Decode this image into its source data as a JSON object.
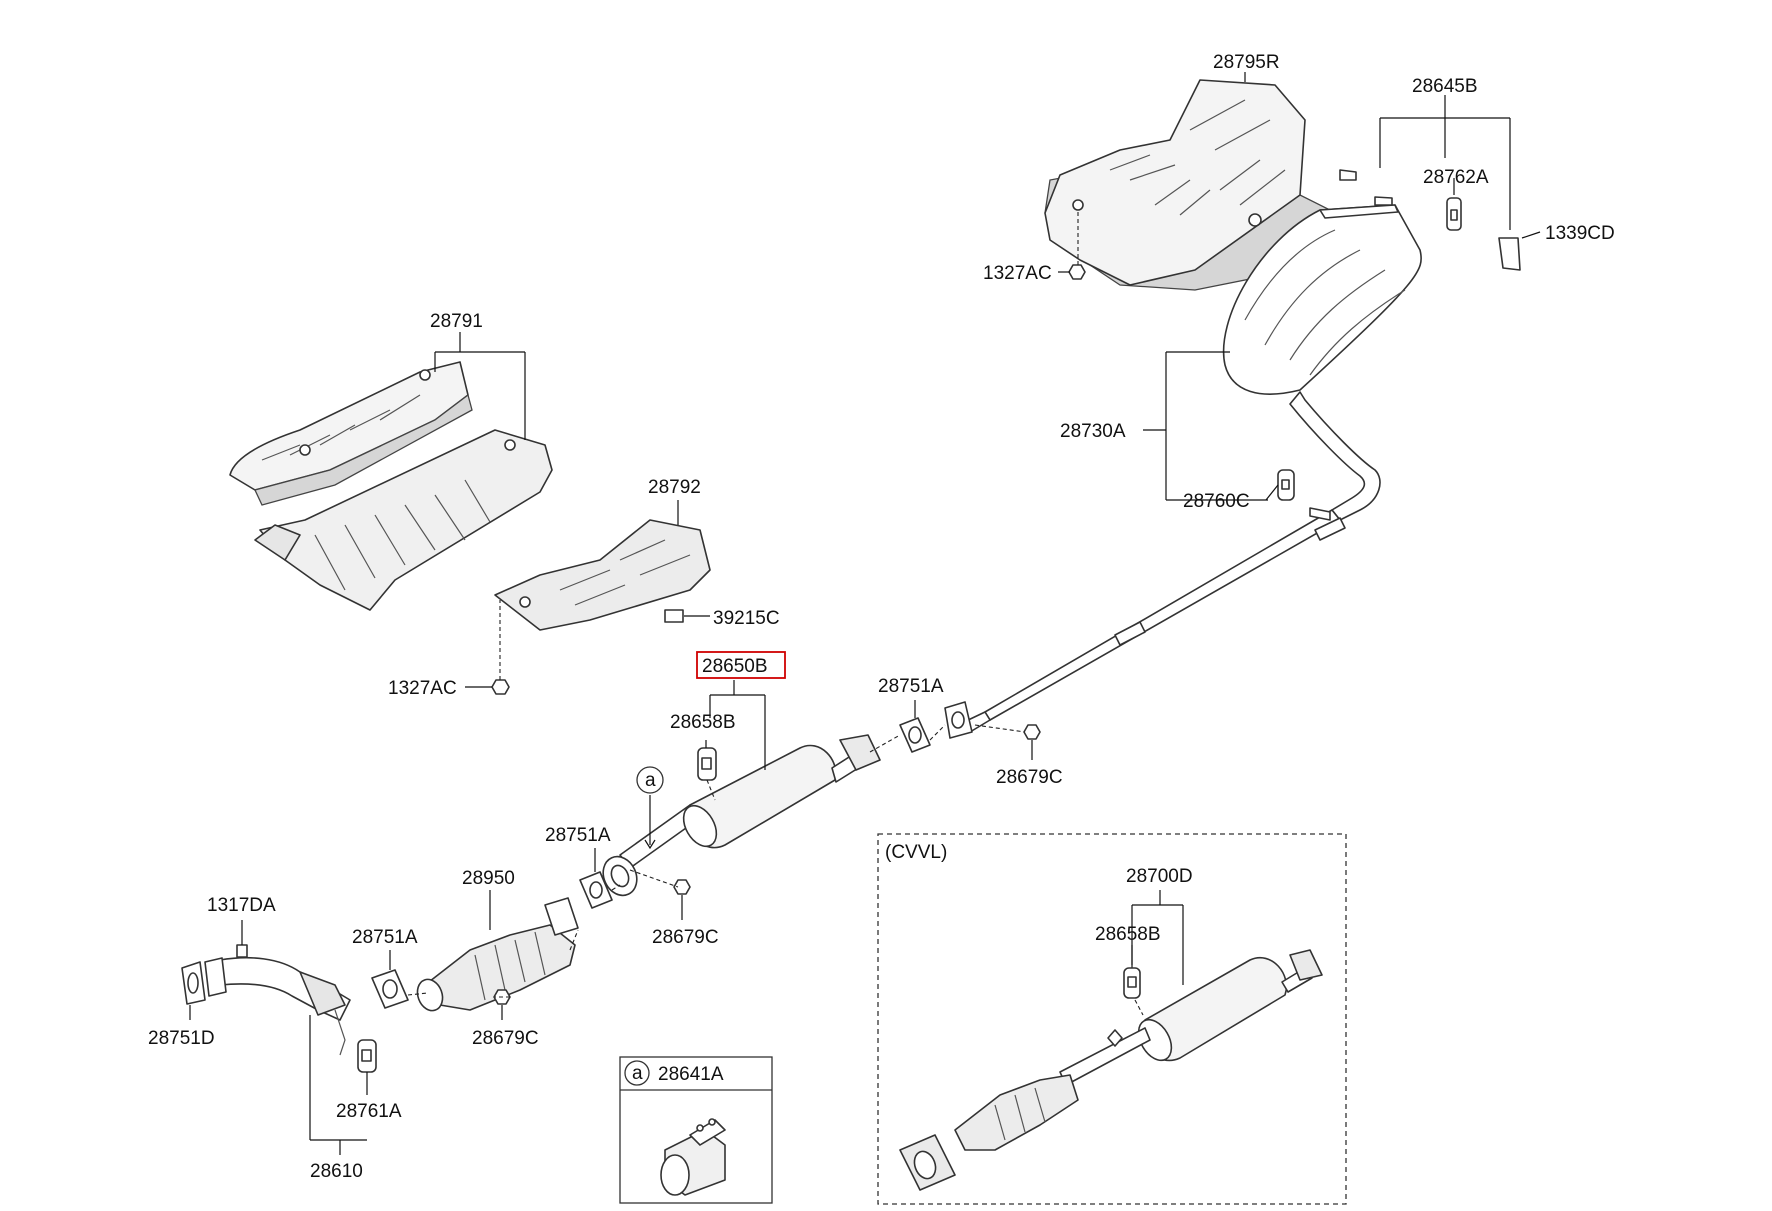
{
  "diagram": {
    "highlighted_part": "28650B",
    "inset_variant_label": "(CVVL)",
    "callout_marker": "a",
    "callout_box_part": "28641A",
    "labels": {
      "p28795R": "28795R",
      "p28645B": "28645B",
      "p28762A": "28762A",
      "p1339CD": "1339CD",
      "p1327AC_top": "1327AC",
      "p28791": "28791",
      "p28792": "28792",
      "p39215C": "39215C",
      "p1327AC_mid": "1327AC",
      "p28730A": "28730A",
      "p28760C": "28760C",
      "p28650B": "28650B",
      "p28658B_main": "28658B",
      "p28751A_right": "28751A",
      "p28679C_right": "28679C",
      "p28751A_mid": "28751A",
      "p28679C_mid": "28679C",
      "p1317DA": "1317DA",
      "p28950": "28950",
      "p28751A_left": "28751A",
      "p28679C_left": "28679C",
      "p28751D": "28751D",
      "p28761A": "28761A",
      "p28610": "28610",
      "p28700D": "28700D",
      "p28658B_inset": "28658B"
    }
  }
}
